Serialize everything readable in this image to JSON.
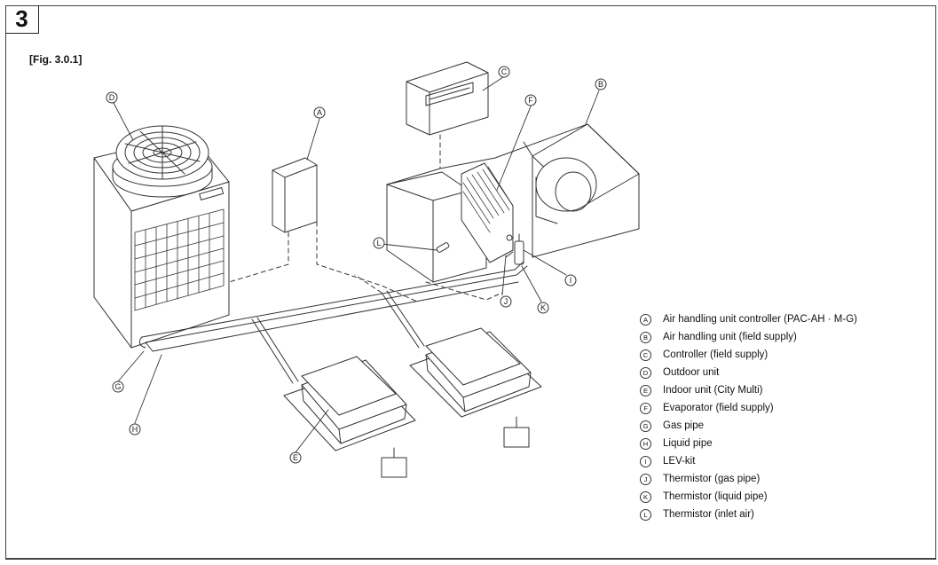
{
  "section_number": "3",
  "figure_title": "[Fig. 3.0.1]",
  "callouts": [
    {
      "key": "A",
      "label": "Air handling unit controller (PAC-AH · M-G)"
    },
    {
      "key": "B",
      "label": "Air handling unit (field supply)"
    },
    {
      "key": "C",
      "label": "Controller (field supply)"
    },
    {
      "key": "D",
      "label": "Outdoor unit"
    },
    {
      "key": "E",
      "label": "Indoor unit (City Multi)"
    },
    {
      "key": "F",
      "label": "Evaporator (field supply)"
    },
    {
      "key": "G",
      "label": "Gas pipe"
    },
    {
      "key": "H",
      "label": "Liquid pipe"
    },
    {
      "key": "I",
      "label": "LEV-kit"
    },
    {
      "key": "J",
      "label": "Thermistor (gas pipe)"
    },
    {
      "key": "K",
      "label": "Thermistor (liquid pipe)"
    },
    {
      "key": "L",
      "label": "Thermistor (inlet air)"
    }
  ]
}
